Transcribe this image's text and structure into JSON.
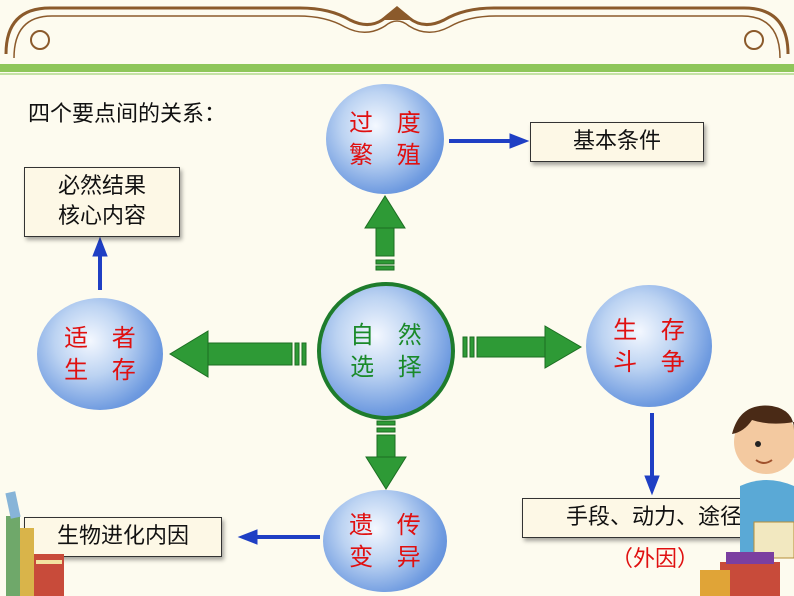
{
  "title": "四个要点间的关系：",
  "nodes": {
    "overbreeding": {
      "line1": "过 度",
      "line2": "繁 殖"
    },
    "natural_selection": {
      "line1": "自 然",
      "line2": "选 择"
    },
    "struggle": {
      "line1": "生 存",
      "line2": "斗 争"
    },
    "survival_fittest": {
      "line1": "适 者",
      "line2": "生 存"
    },
    "heredity_variation": {
      "line1": "遗 传",
      "line2": "变 异"
    }
  },
  "boxes": {
    "basic_condition": "基本条件",
    "inevitable_result_line1": "必然结果",
    "inevitable_result_line2": "核心内容",
    "internal_cause": "生物进化内因",
    "means": "手段、动力、途径",
    "external_cause": "（外因）"
  },
  "colors": {
    "circle_text_red": "#e01010",
    "center_text_green": "#1a8a2a",
    "green_arrow": "#2e9a36",
    "blue_arrow": "#1f3fc4",
    "header_bar": "#8ec65a"
  }
}
